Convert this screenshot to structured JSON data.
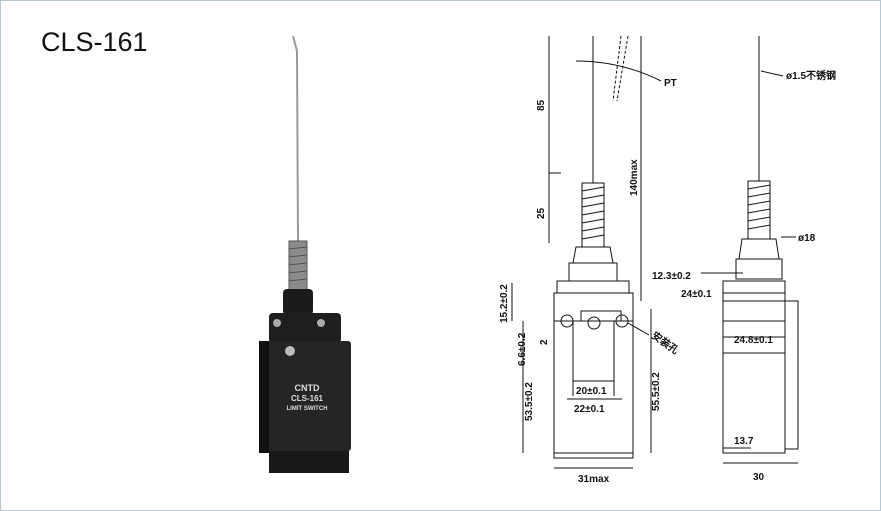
{
  "title": "CLS-161",
  "product_label": {
    "brand": "CNTD",
    "model": "CLS-161",
    "type": "LIMIT SWITCH"
  },
  "front_view": {
    "pt": "PT",
    "dim_85": "85",
    "dim_25": "25",
    "dim_140max": "140max",
    "dim_15_2": "15.2±0.2",
    "dim_6_6": "6.6±0.2",
    "dim_2": "2",
    "dim_53_5": "53.5±0.2",
    "dim_55_5": "55.5±0.2",
    "dim_20": "20±0.1",
    "dim_22": "22±0.1",
    "dim_31max": "31max",
    "mount_hole": "安装孔"
  },
  "side_view": {
    "wire": "ø1.5不锈钢",
    "dim_18": "ø18",
    "dim_12_3": "12.3±0.2",
    "dim_24": "24±0.1",
    "dim_24_8": "24.8±0.1",
    "dim_13_7": "13.7",
    "dim_30": "30"
  }
}
